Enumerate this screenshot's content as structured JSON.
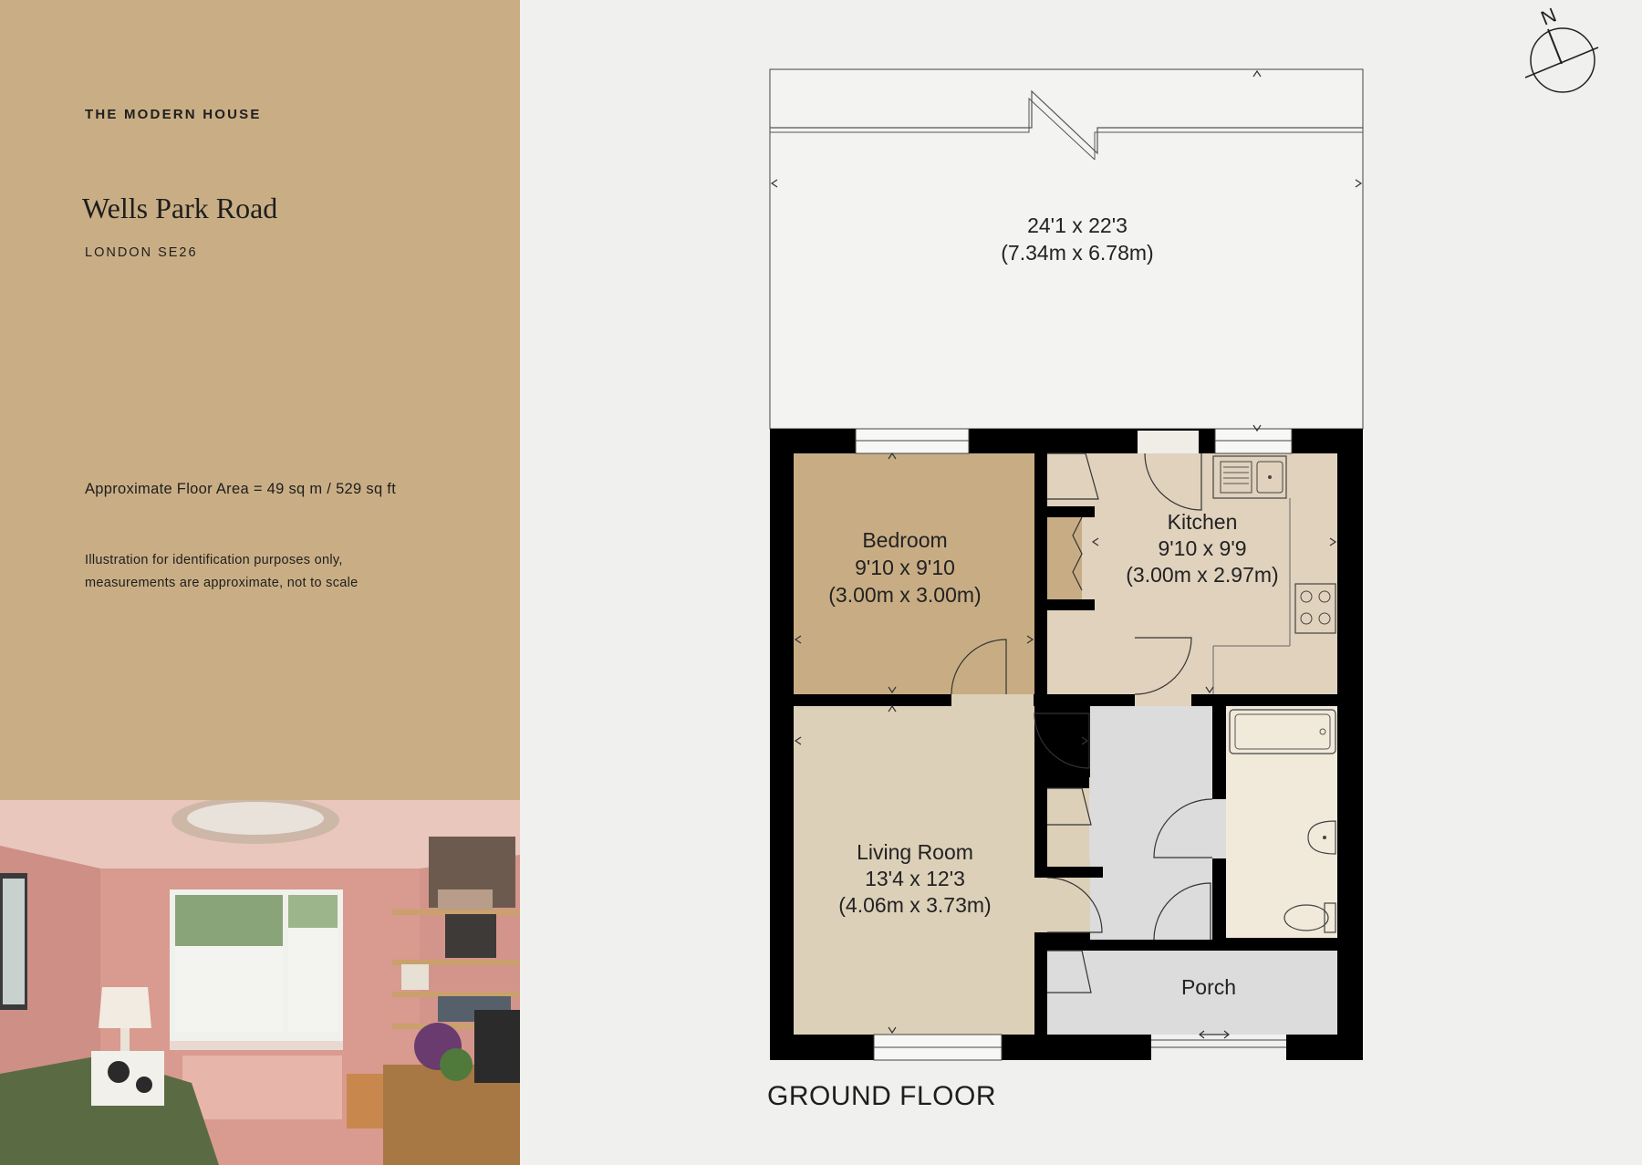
{
  "brand": "THE MODERN HOUSE",
  "property": {
    "title": "Wells Park Road",
    "subtitle": "LONDON SE26"
  },
  "floor_area": "Approximate Floor Area = 49 sq m / 529 sq ft",
  "disclaimer": {
    "line1": "Illustration for identification purposes only,",
    "line2": "measurements are approximate, not to scale"
  },
  "compass": {
    "label": "N"
  },
  "floor": {
    "label": "GROUND FLOOR"
  },
  "rooms": {
    "garden": {
      "dim_imperial": "24'1 x 22'3",
      "dim_metric": "(7.34m x 6.78m)"
    },
    "bedroom": {
      "name": "Bedroom",
      "dim_imperial": "9'10 x 9'10",
      "dim_metric": "(3.00m x 3.00m)"
    },
    "kitchen": {
      "name": "Kitchen",
      "dim_imperial": "9'10 x 9'9",
      "dim_metric": "(3.00m x 2.97m)"
    },
    "living_room": {
      "name": "Living Room",
      "dim_imperial": "13'4 x 12'3",
      "dim_metric": "(4.06m x 3.73m)"
    },
    "porch": {
      "name": "Porch"
    }
  },
  "colors": {
    "panel": "#c9ae85",
    "bedroom": "#c8ad84",
    "living": "#ddd0b9",
    "kitchen": "#e0d2bd",
    "bathroom": "#f1e9da",
    "hall": "#dcdcdc",
    "wall": "#000000",
    "background": "#f0f0ef"
  }
}
